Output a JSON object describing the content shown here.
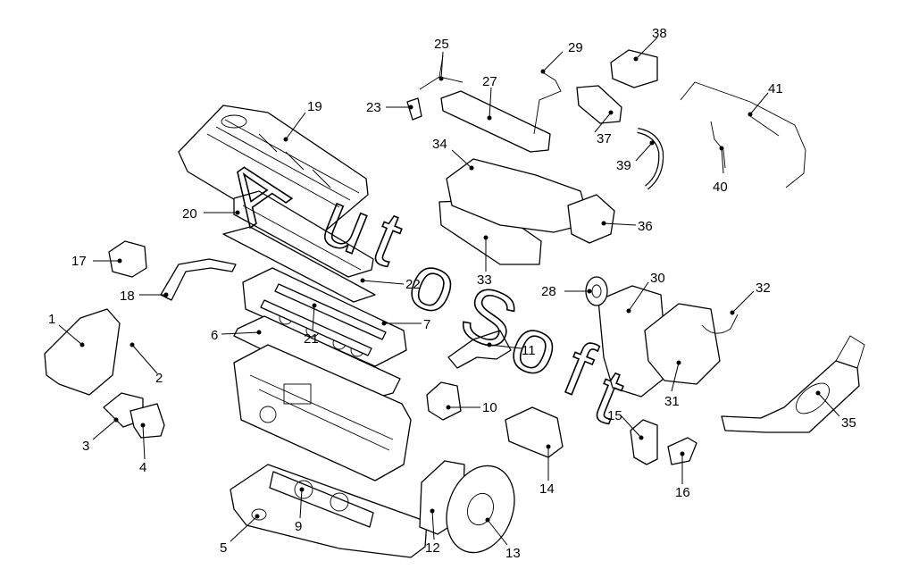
{
  "labels": [
    "1",
    "2",
    "3",
    "4",
    "5",
    "6",
    "7",
    "9",
    "10",
    "11",
    "12",
    "13",
    "14",
    "15",
    "16",
    "17",
    "18",
    "19",
    "20",
    "21",
    "22",
    "23",
    "25",
    "27",
    "28",
    "29",
    "30",
    "31",
    "32",
    "33",
    "34",
    "35",
    "36",
    "37",
    "38",
    "39",
    "40",
    "41"
  ],
  "watermark": [
    "A",
    "u",
    "t",
    "o",
    "S",
    "o",
    "f",
    "t"
  ]
}
